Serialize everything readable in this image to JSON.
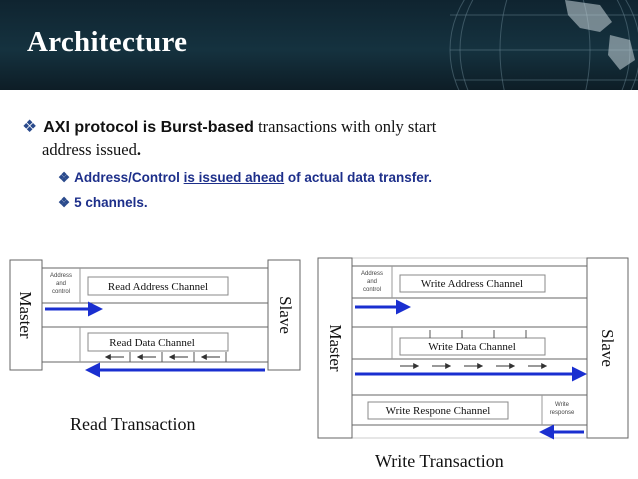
{
  "title": "Architecture",
  "bullets": {
    "main_bold": "AXI protocol is Burst-based",
    "main_rest": " transactions with only start",
    "main_cont": "address issued",
    "main_end": ".",
    "sub1_a": "Address/Control ",
    "sub1_u": "is issued ahead",
    "sub1_b": " of actual data transfer.",
    "sub2": "5 channels."
  },
  "read_diagram": {
    "master": "Master",
    "slave": "Slave",
    "addr_control": [
      "Address",
      "and",
      "control"
    ],
    "read_address_channel": "Read Address Channel",
    "read_data_channel": "Read Data Channel",
    "caption": "Read Transaction"
  },
  "write_diagram": {
    "master": "Master",
    "slave": "Slave",
    "addr_control": [
      "Address",
      "and",
      "control"
    ],
    "write_address_channel": "Write Address Channel",
    "write_data_channel": "Write Data Channel",
    "write_response_channel": "Write Respone Channel",
    "write_response": [
      "Write",
      "response"
    ],
    "caption": "Write Transaction"
  },
  "colors": {
    "header_bg": "#15323f",
    "title": "#ffffff",
    "sub_bullet": "#1d2f8a",
    "arrow": "#1a2fd0"
  },
  "icons": {
    "bullet": "diamond-bullet-icon",
    "header_art": "globe-icon"
  }
}
